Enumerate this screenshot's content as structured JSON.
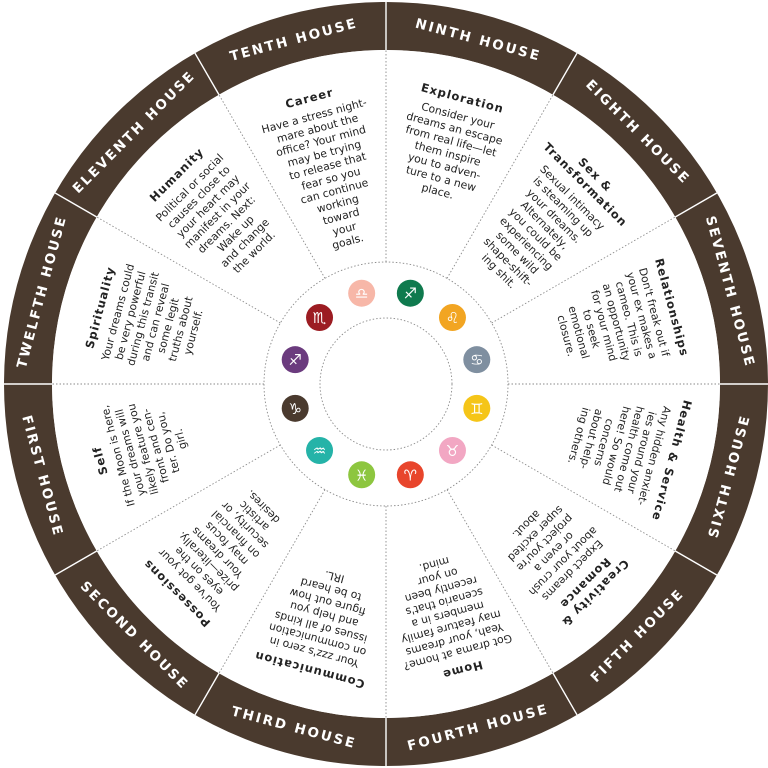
{
  "colors": {
    "ring": "#4a3a2e",
    "ring_divider": "#ffffff",
    "dotted_line": "#8a8a8a",
    "text": "#222222"
  },
  "segments": [
    {
      "house": "NINTH HOUSE",
      "title": "Exploration",
      "body": [
        "Consider your",
        "dreams an escape",
        "from real life—let",
        "them inspire",
        "you to adven-",
        "ture to a new",
        "place."
      ],
      "sign_icon": "sagittarius-icon",
      "glyph": "♐",
      "color": "#0f7a4e"
    },
    {
      "house": "EIGHTH HOUSE",
      "title": "Sex & Transformation",
      "body": [
        "Sexual intimacy",
        "is steaming up",
        "your dreams.",
        "Alternately,",
        "you could be",
        "experiencing",
        "some wild",
        "shape-shift-",
        "ing shit."
      ],
      "sign_icon": "scorpio-icon",
      "glyph": "♌",
      "color": "#f2a522"
    },
    {
      "house": "SEVENTH HOUSE",
      "title": "Relationships",
      "body": [
        "Don't freak out if",
        "your ex makes a",
        "cameo. This is",
        "an opportunity",
        "for your mind",
        "to seek",
        "emotional",
        "closure."
      ],
      "sign_icon": "libra-icon",
      "glyph": "♋",
      "color": "#7f8fa0"
    },
    {
      "house": "SIXTH HOUSE",
      "title": "Health & Service",
      "body": [
        "Any hidden anxiet-",
        "ies around your",
        "health come out",
        "here! So would",
        "concerns",
        "about help-",
        "ing others."
      ],
      "sign_icon": "virgo-icon",
      "glyph": "♊",
      "color": "#f5c518"
    },
    {
      "house": "FIFTH HOUSE",
      "title": "Creativity & Romance",
      "body": [
        "Expect dreams",
        "about your crush",
        "or even a",
        "project you're",
        "super excited",
        "about."
      ],
      "sign_icon": "leo-icon",
      "glyph": "♉",
      "color": "#f2a7c3"
    },
    {
      "house": "FOURTH HOUSE",
      "title": "Home",
      "body": [
        "Got drama at home?",
        "Yeah, your dreams",
        "may feature family",
        "members in a",
        "scenario that's",
        "recently been",
        "on your",
        "mind."
      ],
      "sign_icon": "cancer-icon",
      "glyph": "♈",
      "color": "#e8452c"
    },
    {
      "house": "THIRD HOUSE",
      "title": "Communication",
      "body": [
        "Your zzz's zero in",
        "on communication",
        "issues of all kinds",
        "and help you",
        "figure out how",
        "to be heard",
        "IRL."
      ],
      "sign_icon": "gemini-icon",
      "glyph": "♓",
      "color": "#8dc63f"
    },
    {
      "house": "SECOND HOUSE",
      "title": "Possessions",
      "body": [
        "You've got your",
        "eyes on the",
        "prize—literally.",
        "Your dreams",
        "may focus",
        "on financial",
        "security, or",
        "artistic",
        "desires."
      ],
      "sign_icon": "taurus-icon",
      "glyph": "♒",
      "color": "#25b3a8"
    },
    {
      "house": "FIRST HOUSE",
      "title": "Self",
      "body": [
        "If the Moon is here,",
        "your dreams will",
        "likely feature you",
        "front and cen-",
        "ter. Do you,",
        "girl."
      ],
      "sign_icon": "aries-icon",
      "glyph": "♑",
      "color": "#4a3a2e"
    },
    {
      "house": "TWELFTH HOUSE",
      "title": "Spirituality",
      "body": [
        "Your dreams could",
        "be very powerful",
        "during this transit",
        "and can reveal",
        "some legit",
        "truths about",
        "yourself."
      ],
      "sign_icon": "pisces-icon",
      "glyph": "♐",
      "color": "#6b3b7e"
    },
    {
      "house": "ELEVENTH HOUSE",
      "title": "Humanity",
      "body": [
        "Political or social",
        "causes close to",
        "your heart may",
        "manifest in your",
        "dreams. Next:",
        "Wake up",
        "and change",
        "the world."
      ],
      "sign_icon": "aquarius-icon",
      "glyph": "♏",
      "color": "#9c1c22"
    },
    {
      "house": "TENTH HOUSE",
      "title": "Career",
      "body": [
        "Have a stress night-",
        "mare about the",
        "office? Your mind",
        "may be trying",
        "to release that",
        "fear so you",
        "can continue",
        "working",
        "toward",
        "your",
        "goals."
      ],
      "sign_icon": "capricorn-icon",
      "glyph": "♎",
      "color": "#f7b7a8"
    }
  ]
}
